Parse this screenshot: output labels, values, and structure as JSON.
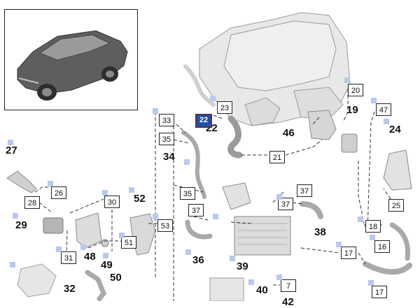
{
  "diagram": {
    "plain_labels": [
      "27",
      "22",
      "19",
      "24",
      "46",
      "34",
      "52",
      "29",
      "48",
      "49",
      "50",
      "32",
      "36",
      "38",
      "39",
      "40",
      "42"
    ],
    "box_labels": [
      "20",
      "23",
      "47",
      "33",
      "35",
      "21",
      "26",
      "28",
      "35",
      "30",
      "37",
      "37",
      "53",
      "51",
      "31",
      "37",
      "25",
      "18",
      "16",
      "17",
      "7",
      "17"
    ],
    "highlight_label": "22"
  },
  "colors": {
    "highlight_fill": "#1f4fa0",
    "highlight_border": "#7a1b1b",
    "marker": "#b8c8ee",
    "part_fill": "#e6e6e6",
    "part_stroke": "#8a8a8a",
    "leader_line": "#333333"
  }
}
